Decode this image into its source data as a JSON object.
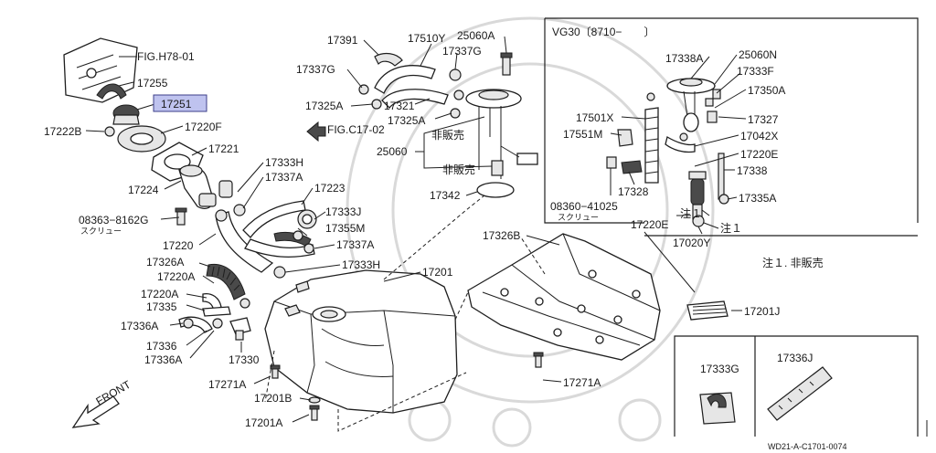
{
  "diagram": {
    "figure_code": "WD21-A-C1701-0074",
    "highlighted_part": "17251",
    "labels": {
      "fig_h78": "FIG.H78-01",
      "p17255": "17255",
      "p17251": "17251",
      "p17222B": "17222B",
      "p17220F": "17220F",
      "p17221": "17221",
      "p17224": "17224",
      "p08363": "08363−8162G",
      "screw_jp_left": "スクリュー",
      "p17220": "17220",
      "p17326A": "17326A",
      "p17220A_1": "17220A",
      "p17220A_2": "17220A",
      "p17335": "17335",
      "p17336A_1": "17336A",
      "p17336": "17336",
      "p17336A_2": "17336A",
      "p17330": "17330",
      "p17271A_left": "17271A",
      "p17201B": "17201B",
      "p17201A": "17201A",
      "front": "FRONT",
      "p17333H_1": "17333H",
      "p17337A_1": "17337A",
      "p17223": "17223",
      "p17333J": "17333J",
      "p17355M": "17355M",
      "p17337A_2": "17337A",
      "p17333H_2": "17333H",
      "p17201": "17201",
      "p17391": "17391",
      "p17510Y": "17510Y",
      "p25060A": "25060A",
      "p17337G_1": "17337G",
      "p17337G_2": "17337G",
      "p17325A_1": "17325A",
      "p17321": "17321",
      "p17325A_2": "17325A",
      "fig_c17": "FIG.C17-02",
      "not_sold_1": "非販売",
      "p25060": "25060",
      "not_sold_2": "非販売",
      "p17342": "17342",
      "p17326B": "17326B",
      "p17271A_right": "17271A",
      "vg30_header": "VG30〔8710−　　〕",
      "p17338A": "17338A",
      "p25060N": "25060N",
      "p17333F": "17333F",
      "p17350A": "17350A",
      "p17501X": "17501X",
      "p17327": "17327",
      "p17551M": "17551M",
      "p17042X": "17042X",
      "p17220E_1": "17220E",
      "p17338": "17338",
      "p17328": "17328",
      "p17335A": "17335A",
      "p08360": "08360−41025",
      "screw_jp_right": "スクリュー",
      "p17220E_2": "17220E",
      "note1_a": "注１",
      "note1_b": "注１",
      "p17020Y": "17020Y",
      "note1_def": "注１. 非販売",
      "p17201J": "17201J",
      "p17333G": "17333G",
      "p17336J": "17336J"
    }
  }
}
